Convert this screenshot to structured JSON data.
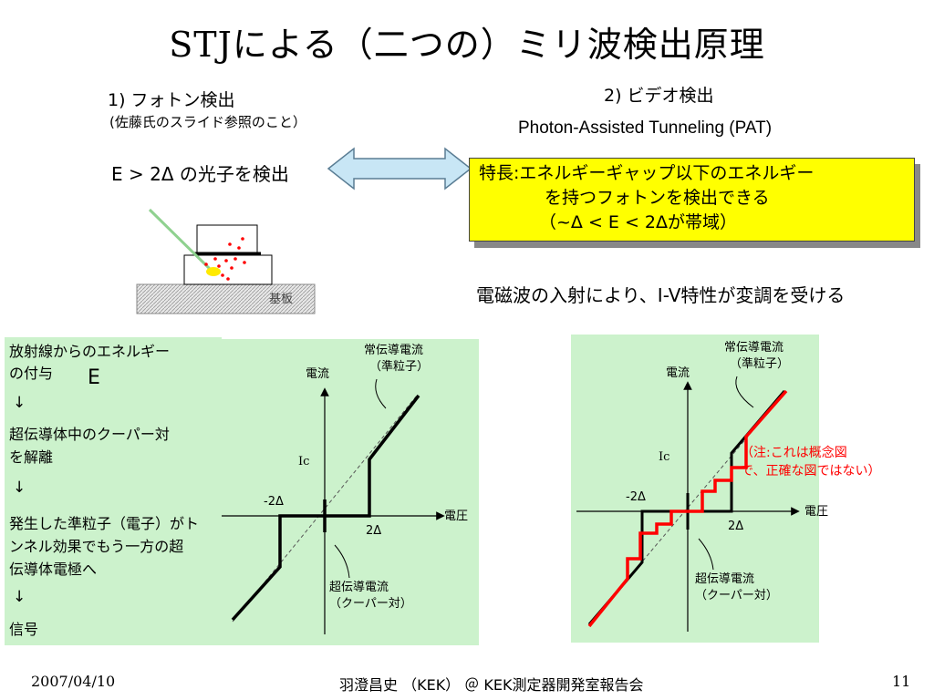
{
  "title": "STJによる（二つの）ミリ波検出原理",
  "section1": {
    "heading": "1)  フォトン検出",
    "note": "(佐藤氏のスライド参照のこと）",
    "condition": "E > 2Δ の光子を検出",
    "substrate_label": "基板"
  },
  "section2": {
    "heading": "2)  ビデオ検出",
    "pat": "Photon-Assisted Tunneling (PAT)",
    "feature_lines": [
      "特長:エネルギーギャップ以下のエネルギー",
      "を持つフォトンを検出できる",
      "（~Δ < E < 2Δが帯域）"
    ],
    "modulation": "電磁波の入射により、I-V特性が変調を受ける"
  },
  "process": {
    "steps": [
      "放射線からのエネルギー",
      "の付与",
      "超伝導体中のクーパー対",
      "を解離",
      "発生した準粒子（電子）がト",
      "ンネル効果でもう一方の超",
      "伝導体電極へ",
      "信号"
    ],
    "arrow": "↓",
    "energy_symbol": "E"
  },
  "iv_left": {
    "y_label": "電流",
    "x_label": "電圧",
    "ic": "Ic",
    "neg_gap": "-2Δ",
    "pos_gap": "2Δ",
    "normal_label": [
      "常伝導電流",
      "（準粒子）"
    ],
    "super_label": [
      "超伝導電流",
      "（クーパー対）"
    ]
  },
  "iv_right": {
    "y_label": "電流",
    "x_label": "電圧",
    "ic": "Ic",
    "neg_gap": "-2Δ",
    "pos_gap": "2Δ",
    "normal_label": [
      "常伝導電流",
      "（準粒子）"
    ],
    "super_label": [
      "超伝導電流",
      "（クーパー対）"
    ],
    "note": [
      "（注:これは概念図",
      "で、正確な図ではない）"
    ]
  },
  "footer": {
    "date": "2007/04/10",
    "author": "羽澄昌史 （KEK） ＠ KEK測定器開発室報告会",
    "page": "11"
  },
  "colors": {
    "box_fill": "#ffff00",
    "panel_fill": "#ccf2cc",
    "pat_curve": "#ff0000",
    "arrow_fill": "#c8e6f5"
  }
}
